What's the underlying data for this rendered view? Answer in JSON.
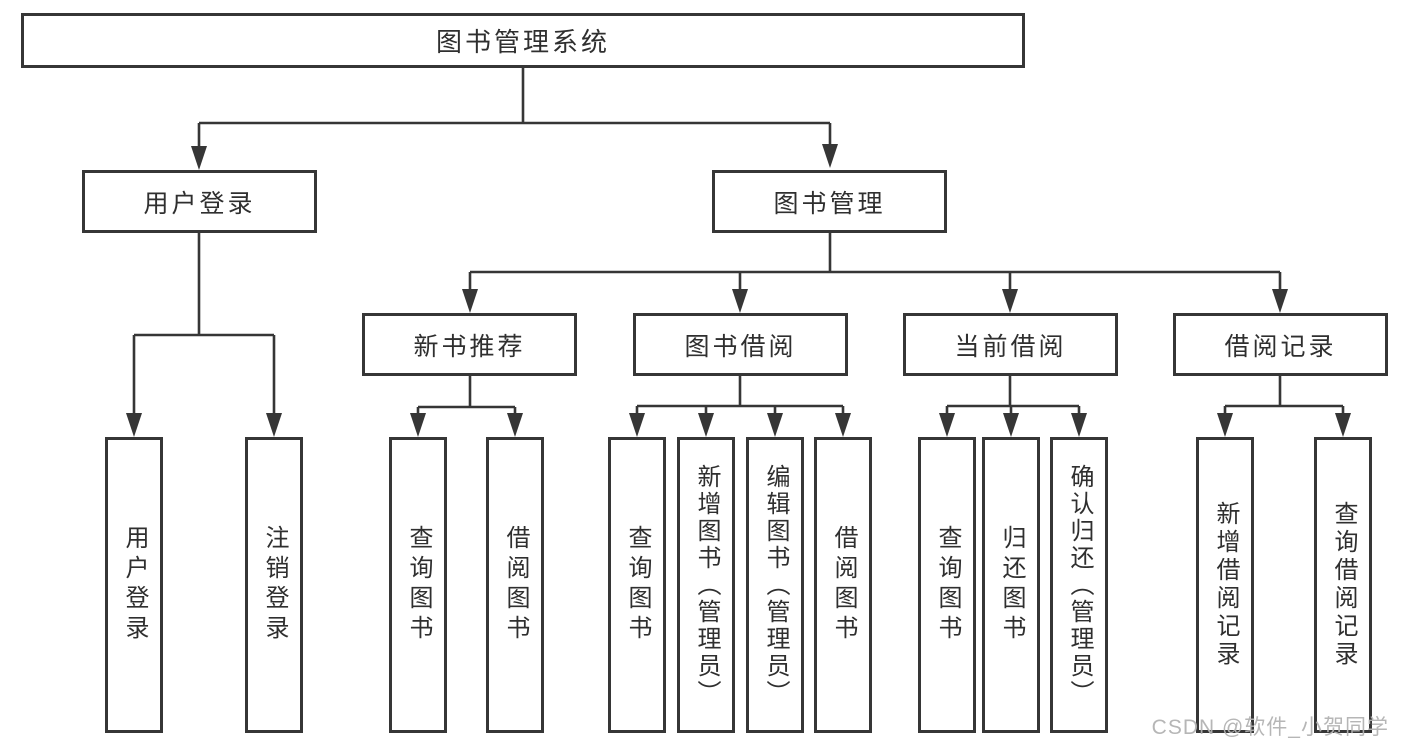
{
  "colors": {
    "line": "#363636",
    "box_border": "#363636",
    "box_fill": "#ffffff",
    "text": "#2f2f2f",
    "watermark": "#b2b2b2",
    "background": "#ffffff"
  },
  "diagram": {
    "root": {
      "label": "图书管理系统"
    },
    "level2": {
      "user_login": {
        "label": "用户登录"
      },
      "book_management": {
        "label": "图书管理"
      }
    },
    "level3": {
      "new_book_recommend": {
        "label": "新书推荐"
      },
      "book_borrow": {
        "label": "图书借阅"
      },
      "current_borrow": {
        "label": "当前借阅"
      },
      "borrow_records": {
        "label": "借阅记录"
      }
    },
    "leaves": {
      "user_login_children": [
        "用户登录",
        "注销登录"
      ],
      "new_book_children": [
        "查询图书",
        "借阅图书"
      ],
      "book_borrow_children": [
        "查询图书",
        "新增图书（管理员）",
        "编辑图书（管理员）",
        "借阅图书"
      ],
      "current_borrow_children": [
        "查询图书",
        "归还图书",
        "确认归还（管理员）"
      ],
      "borrow_record_children": [
        "新增借阅记录",
        "查询借阅记录"
      ]
    }
  },
  "watermark": {
    "text": "CSDN @软件_小贺同学"
  }
}
